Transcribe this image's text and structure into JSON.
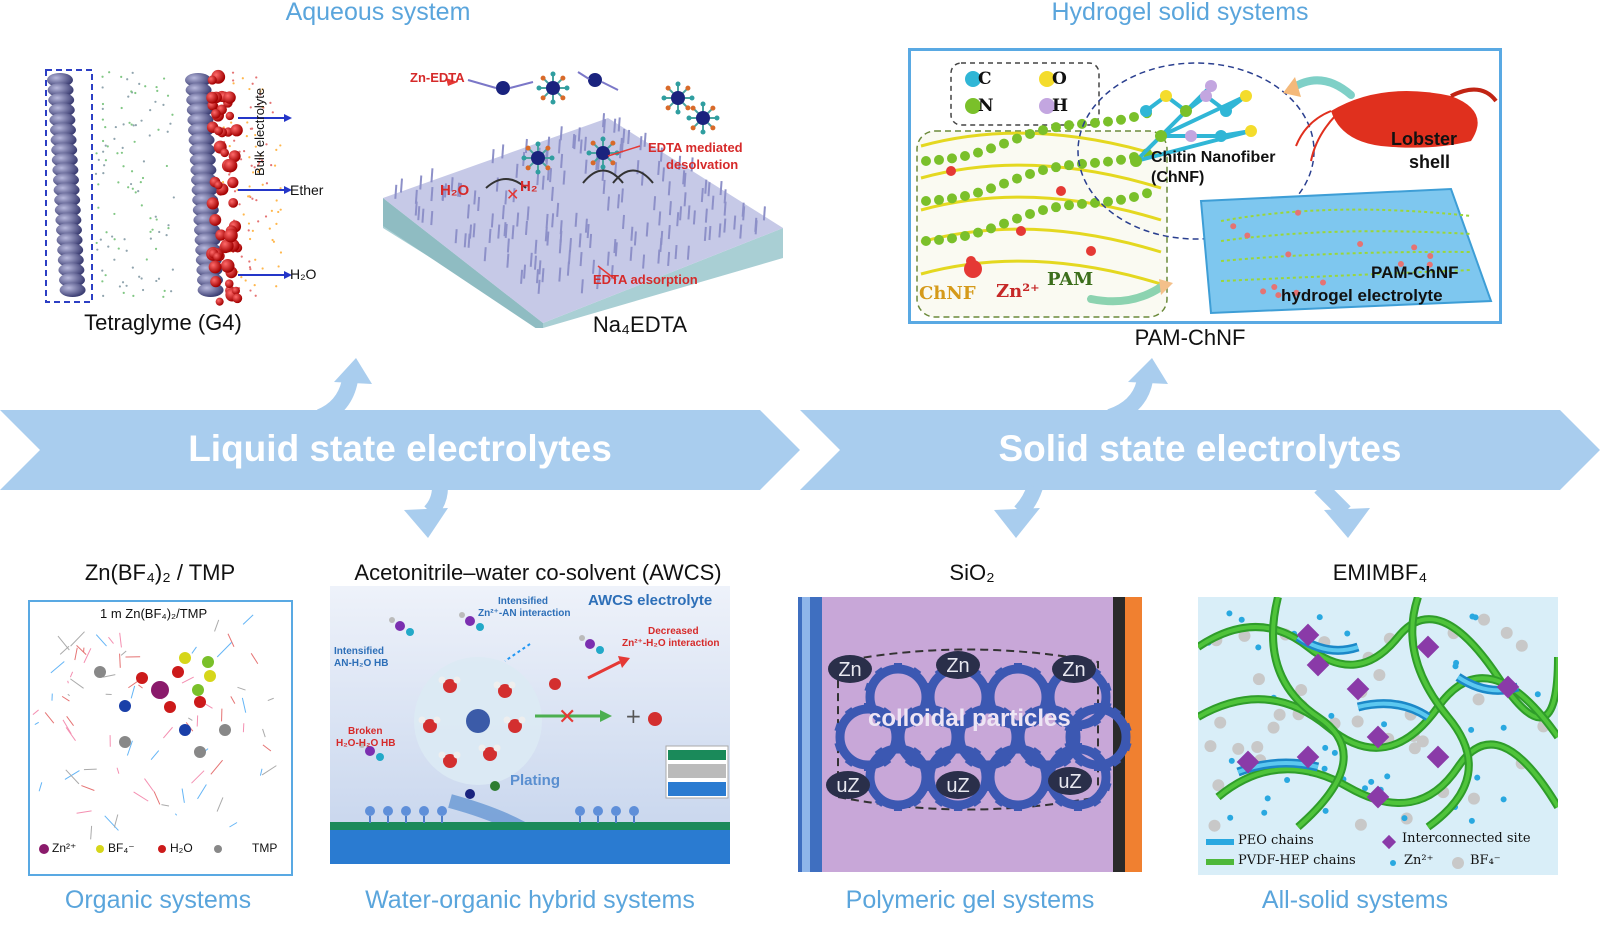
{
  "categories": {
    "aqueous": "Aqueous system",
    "hydrogel": "Hydrogel solid systems",
    "organic": "Organic systems",
    "hybrid": "Water-organic hybrid systems",
    "polymeric": "Polymeric gel systems",
    "allsolid": "All-solid systems"
  },
  "band": {
    "liquid": "Liquid state electrolytes",
    "solid": "Solid state electrolytes"
  },
  "captions": {
    "g4": "Tetraglyme (G4)",
    "edta": "Na₄EDTA",
    "pam": "PAM-ChNF",
    "znbf4": "Zn(BF₄)₂ / TMP",
    "awcs": "Acetonitrile–water co-solvent (AWCS)",
    "sio2": "SiO₂",
    "emim": "EMIMBF₄"
  },
  "panel_g4": {
    "bulk": "Bulk electrolyte",
    "ether": "Ether",
    "h2o": "H₂O"
  },
  "panel_edta": {
    "zn_edta": "Zn-EDTA",
    "mediated": "EDTA mediated",
    "desolvation": "desolvation",
    "h2o": "H₂O",
    "h2": "H₂",
    "adsorption": "EDTA adsorption"
  },
  "panel_pam": {
    "legend": [
      "C",
      "O",
      "N",
      "H"
    ],
    "chitin": "Chitin Nanofiber",
    "chnf": "(ChNF)",
    "lobster": "Lobster",
    "shell": "shell",
    "chnf_label": "ChNF",
    "zn": "Zn²⁺",
    "pam": "PAM",
    "hydrogel1": "PAM-ChNF",
    "hydrogel2": "hydrogel electrolyte"
  },
  "panel_tmp": {
    "title": "1 m Zn(BF₄)₂/TMP",
    "legend": [
      "Zn²⁺",
      "BF₄⁻",
      "H₂O",
      "TMP"
    ]
  },
  "panel_awcs": {
    "title": "AWCS electrolyte",
    "intens_zn": "Intensified",
    "intens_zn2": "Zn²⁺-AN interaction",
    "intens_an": "Intensified",
    "intens_an2": "AN-H₂O HB",
    "decreased": "Decreased",
    "decreased2": "Zn²⁺-H₂O interaction",
    "broken": "Broken",
    "broken2": "H₂O-H₂O HB",
    "plating": "Plating"
  },
  "panel_sio2": {
    "zn": "Zn",
    "uz": "uZ",
    "colloid": "colloidal particles"
  },
  "panel_emim": {
    "peo": "PEO chains",
    "pvdf": "PVDF-HEP chains",
    "site": "Interconnected site",
    "zn": "Zn²⁺",
    "bf4": "BF₄⁻"
  },
  "colors": {
    "band": "#a9cdee",
    "category_text": "#5aa5dc",
    "panel_border": "#59a9e3",
    "sio2_bg": "#c8a7d8",
    "emim_bg": "#d9eef8",
    "gear": "#3c58b2"
  }
}
